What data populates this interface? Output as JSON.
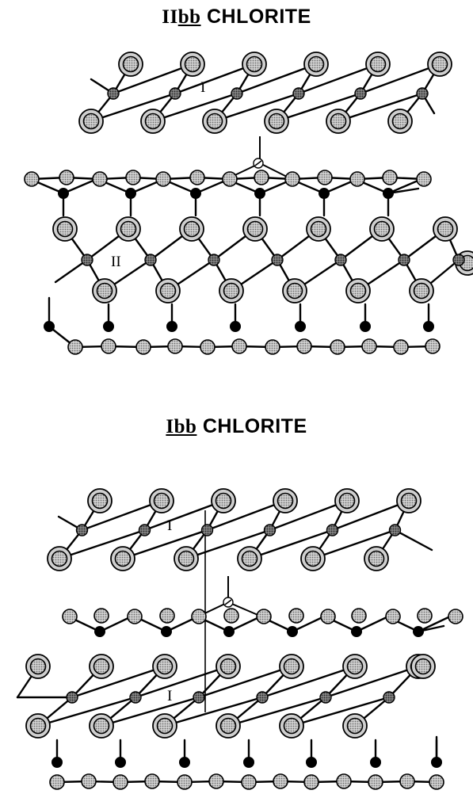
{
  "panel_top": {
    "title_plain": "II",
    "title_underlined": "bb",
    "title_rest": " CHLORITE",
    "label_octa_upper": "I",
    "label_octa_lower": "II"
  },
  "panel_bottom": {
    "title_underlined": "Ibb",
    "title_rest": " CHLORITE",
    "label_octa_upper": "I",
    "label_octa_lower": "I"
  },
  "colors": {
    "ink": "#000000",
    "oxygen_ring": "#b4b4b4",
    "oxygen_core": "#a6a6a6",
    "octa_cation": "#555555",
    "tetra_cation": "#000000",
    "basal_oxygen": "#a0a0a0"
  }
}
